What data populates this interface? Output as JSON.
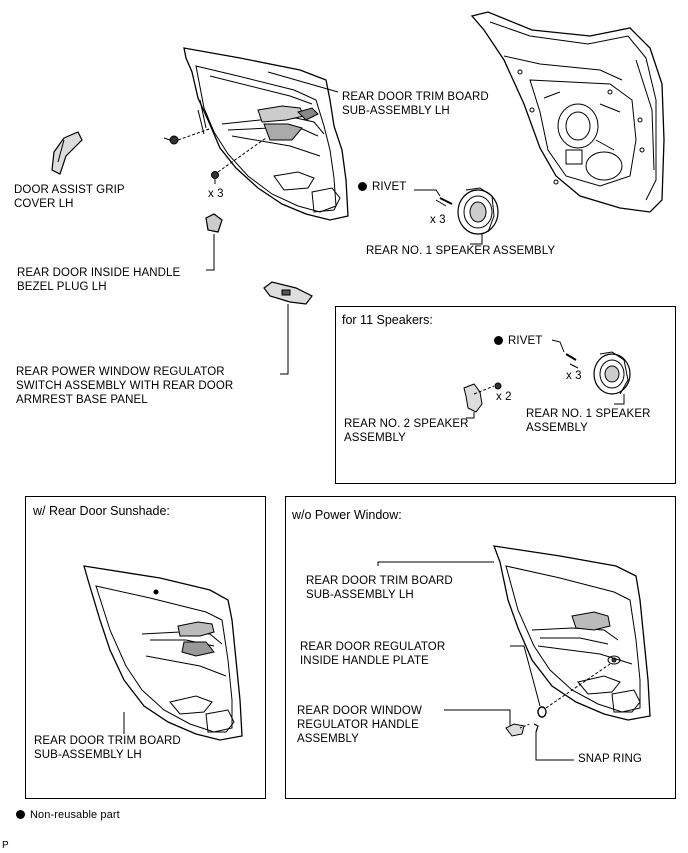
{
  "labels": {
    "rear_door_trim_board": "REAR DOOR TRIM BOARD\nSUB-ASSEMBLY LH",
    "door_assist_grip_cover": "DOOR ASSIST GRIP\nCOVER LH",
    "qty_x3_clip": "x 3",
    "rivet": "RIVET",
    "qty_x3_rivet": "x 3",
    "rear_no1_speaker": "REAR NO. 1 SPEAKER ASSEMBLY",
    "inside_handle_bezel_plug": "REAR DOOR INSIDE HANDLE\nBEZEL PLUG LH",
    "power_window_switch": "REAR POWER WINDOW REGULATOR\nSWITCH ASSEMBLY WITH REAR DOOR\nARMREST BASE PANEL"
  },
  "box_11_speakers": {
    "title": "for 11 Speakers:",
    "rivet": "RIVET",
    "qty_x2": "x 2",
    "qty_x3": "x 3",
    "rear_no2_speaker": "REAR NO. 2 SPEAKER\nASSEMBLY",
    "rear_no1_speaker": "REAR NO. 1 SPEAKER\nASSEMBLY"
  },
  "box_sunshade": {
    "title": "w/ Rear Door Sunshade:",
    "trim_board": "REAR DOOR TRIM BOARD\nSUB-ASSEMBLY LH"
  },
  "box_no_power_window": {
    "title": "w/o Power Window:",
    "trim_board": "REAR DOOR TRIM BOARD\nSUB-ASSEMBLY LH",
    "handle_plate": "REAR DOOR REGULATOR\nINSIDE HANDLE PLATE",
    "window_handle": "REAR DOOR WINDOW\nREGULATOR HANDLE\nASSEMBLY",
    "snap_ring": "SNAP RING"
  },
  "legend": {
    "non_reusable": "Non-reusable part"
  },
  "corner_mark": "P"
}
